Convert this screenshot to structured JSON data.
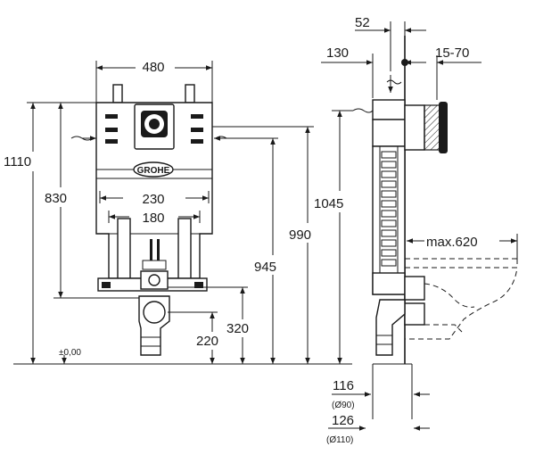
{
  "front_view": {
    "width_total": "480",
    "height_total": "1110",
    "height_830": "830",
    "width_230": "230",
    "width_180": "180",
    "height_945": "945",
    "height_990": "990",
    "height_320": "320",
    "height_220": "220",
    "floor_level": "±0,00",
    "brand_logo": "GROHE"
  },
  "side_view": {
    "depth_52": "52",
    "depth_130": "130",
    "range_15_70": "15-70",
    "height_1045": "1045",
    "max_620": "max.620",
    "dim_116": "116",
    "dia_90": "(Ø90)",
    "dim_126": "126",
    "dia_110": "(Ø110)"
  },
  "colors": {
    "ink": "#1a1a1a",
    "background": "#ffffff"
  }
}
